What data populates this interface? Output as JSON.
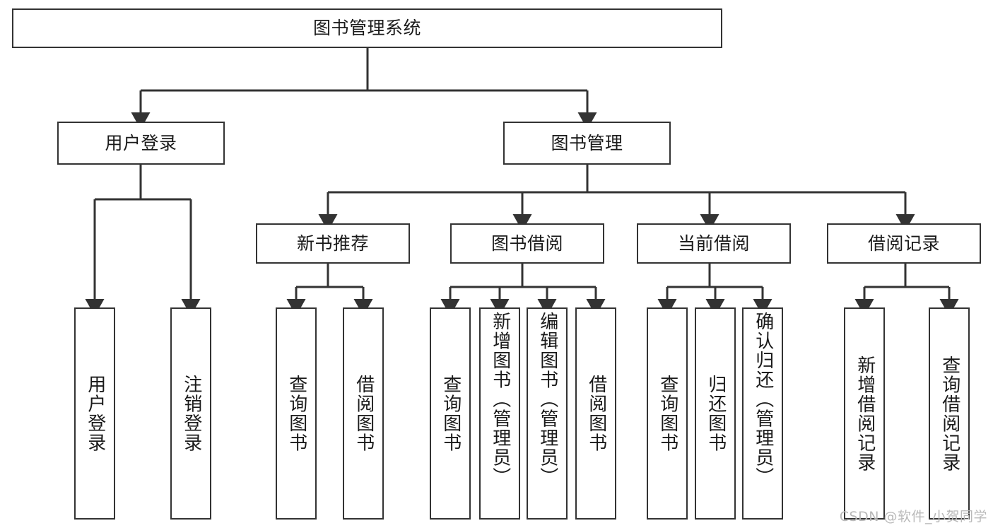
{
  "diagram": {
    "title": "图书管理系统",
    "type": "hierarchy-tree",
    "watermark": "CSDN @软件_小贺同学",
    "colors": {
      "background": "#ffffff",
      "border": "#333333",
      "text": "#1a1a1a",
      "connector": "#333333",
      "watermark": "#b9b9b9"
    },
    "nodes": {
      "root": {
        "label": "图书管理系统"
      },
      "level2": [
        {
          "id": "user-login",
          "label": "用户登录"
        },
        {
          "id": "book-management",
          "label": "图书管理"
        }
      ],
      "level3": [
        {
          "id": "new-book-recommend",
          "label": "新书推荐"
        },
        {
          "id": "book-borrow",
          "label": "图书借阅"
        },
        {
          "id": "current-borrow",
          "label": "当前借阅"
        },
        {
          "id": "borrow-record",
          "label": "借阅记录"
        }
      ],
      "leaves": {
        "user_login": [
          {
            "id": "leaf-user-login",
            "label": "用户登录"
          },
          {
            "id": "leaf-logout-login",
            "label": "注销登录"
          }
        ],
        "new_book_recommend": [
          {
            "id": "leaf-query-book-1",
            "label": "查询图书"
          },
          {
            "id": "leaf-borrow-book-1",
            "label": "借阅图书"
          }
        ],
        "book_borrow": [
          {
            "id": "leaf-query-book-2",
            "label": "查询图书"
          },
          {
            "id": "leaf-add-book",
            "label": "新增图书（管理员）"
          },
          {
            "id": "leaf-edit-book",
            "label": "编辑图书（管理员）"
          },
          {
            "id": "leaf-borrow-book-2",
            "label": "借阅图书"
          }
        ],
        "current_borrow": [
          {
            "id": "leaf-query-book-3",
            "label": "查询图书"
          },
          {
            "id": "leaf-return-book",
            "label": "归还图书"
          },
          {
            "id": "leaf-confirm-return",
            "label": "确认归还（管理员）"
          }
        ],
        "borrow_record": [
          {
            "id": "leaf-add-record",
            "label": "新增借阅记录"
          },
          {
            "id": "leaf-query-record",
            "label": "查询借阅记录"
          }
        ]
      }
    }
  }
}
